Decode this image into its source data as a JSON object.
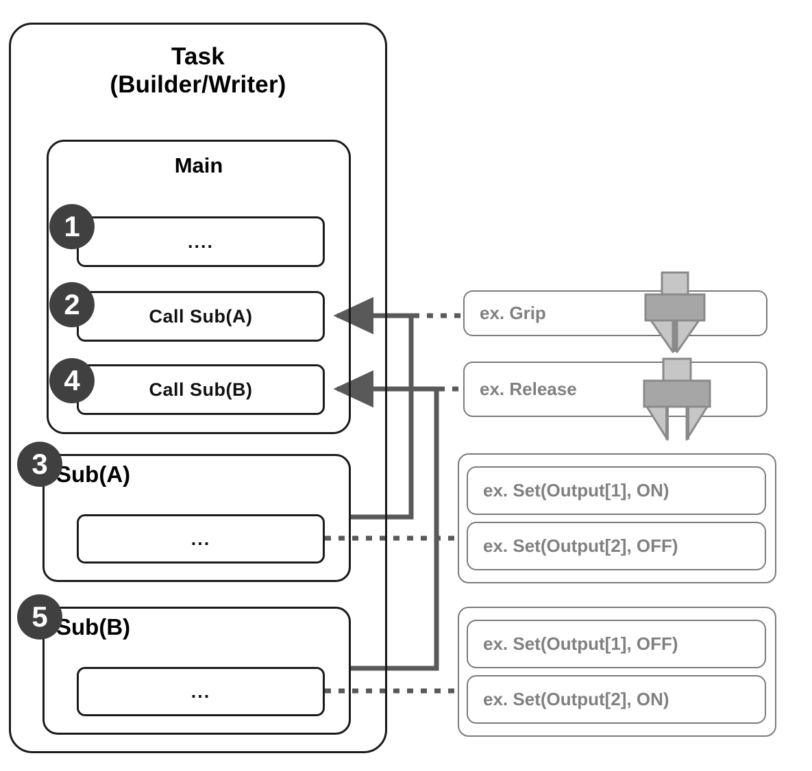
{
  "diagram": {
    "task": {
      "title_line1": "Task",
      "title_line2": "(Builder/Writer)",
      "main": {
        "title": "Main",
        "rows": [
          {
            "badge": "1",
            "label": "...."
          },
          {
            "badge": "2",
            "label": "Call Sub(A)"
          },
          {
            "badge": "4",
            "label": "Call Sub(B)"
          }
        ]
      },
      "subroutines": [
        {
          "badge": "3",
          "title": "Sub(A)",
          "body": "..."
        },
        {
          "badge": "5",
          "title": "Sub(B)",
          "body": "..."
        }
      ]
    },
    "examples": {
      "motion": [
        {
          "label": "ex. Grip",
          "icon": "gripper-closed-icon"
        },
        {
          "label": "ex. Release",
          "icon": "gripper-open-icon"
        }
      ],
      "groups": [
        {
          "items": [
            {
              "label": "ex. Set(Output[1], ON)"
            },
            {
              "label": "ex. Set(Output[2], OFF)"
            }
          ]
        },
        {
          "items": [
            {
              "label": "ex. Set(Output[1], OFF)"
            },
            {
              "label": "ex. Set(Output[2], ON)"
            }
          ]
        }
      ]
    },
    "colors": {
      "outline": "#1a1a1a",
      "badge_fill": "#404040",
      "badge_text": "#ffffff",
      "example_outline": "#7a7a7a",
      "example_text": "#808080",
      "connector": "#595959",
      "gripper_body": "#9a9a9a",
      "gripper_stem": "#c3c3c3"
    }
  }
}
